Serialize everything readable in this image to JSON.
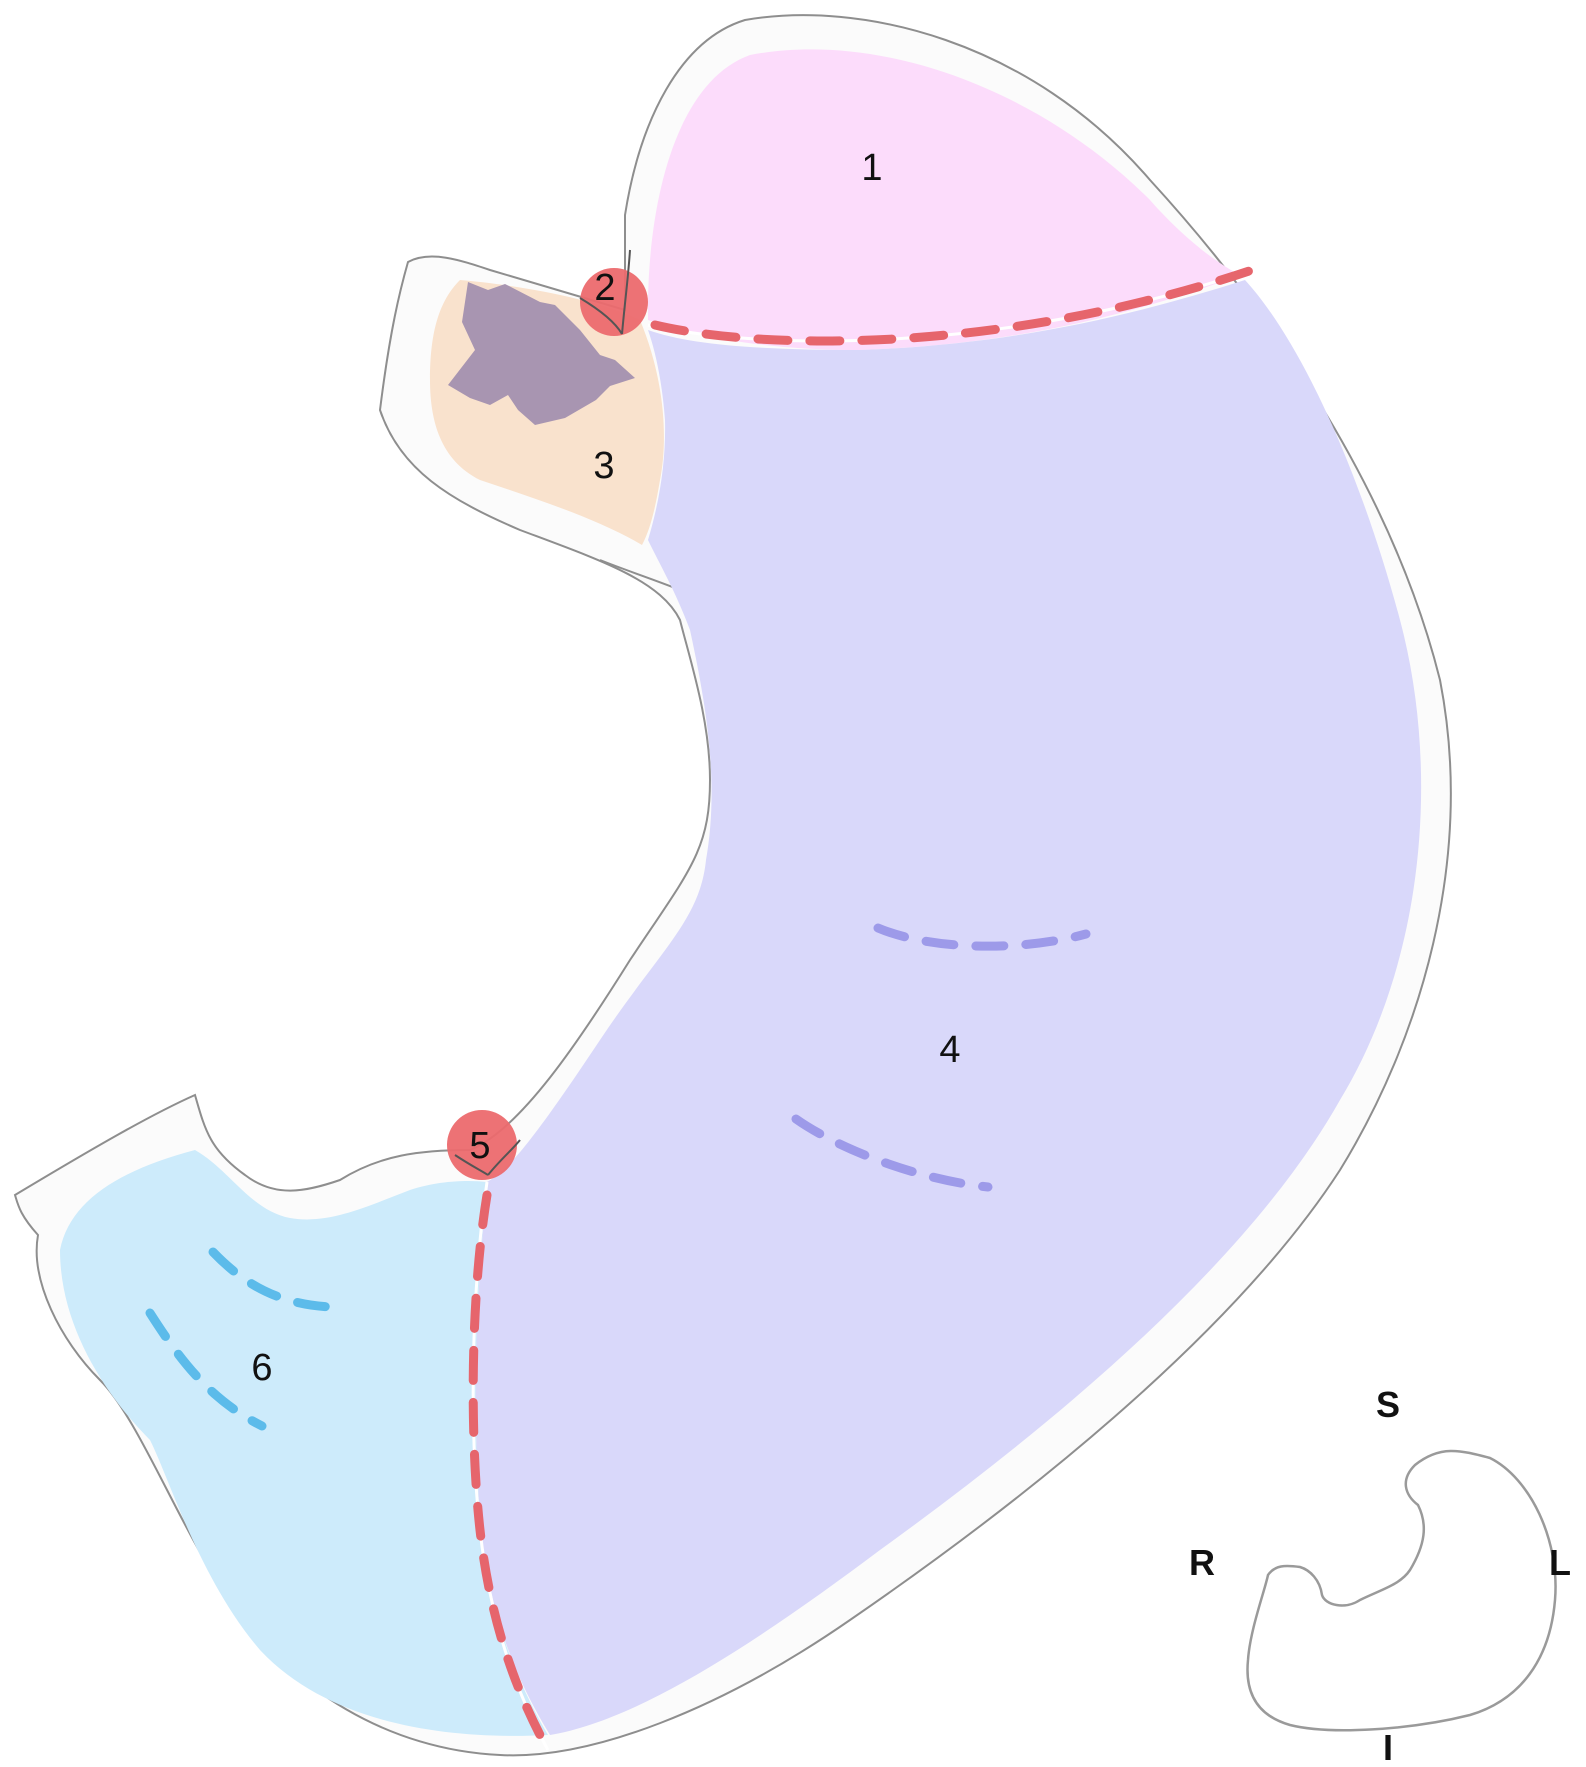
{
  "colors": {
    "background": "#ffffff",
    "outline": "#8e8e8e",
    "wall": "#fbfbfb",
    "region_1": "#fcdcfb",
    "region_3": "#f9e2cd",
    "region_4": "#d9d8fa",
    "region_6": "#cdebfb",
    "mass": "#a895b1",
    "junction_marker": "#ec6a6e",
    "boundary_dash": "#e6656c",
    "stripe_region_4": "#9d9ae9",
    "stripe_region_6": "#5cbbea"
  },
  "regions": [
    {
      "id": "region-1",
      "label": "1"
    },
    {
      "id": "region-3",
      "label": "3"
    },
    {
      "id": "region-4",
      "label": "4"
    },
    {
      "id": "region-6",
      "label": "6"
    }
  ],
  "markers": [
    {
      "id": "marker-2",
      "label": "2"
    },
    {
      "id": "marker-5",
      "label": "5"
    }
  ],
  "orientation": {
    "superior": "S",
    "inferior": "I",
    "right": "R",
    "left": "L"
  }
}
